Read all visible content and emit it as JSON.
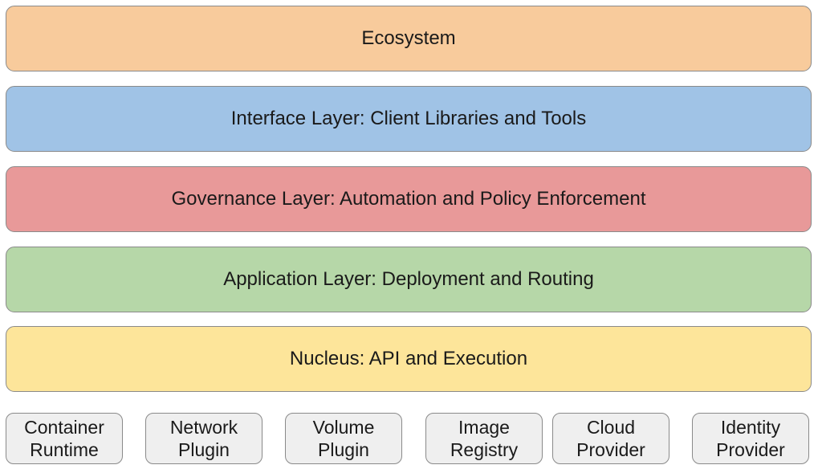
{
  "layers": [
    {
      "label": "Ecosystem",
      "color": "#f8cb9c"
    },
    {
      "label": "Interface Layer: Client Libraries and Tools",
      "color": "#a0c3e6"
    },
    {
      "label": "Governance Layer: Automation and Policy Enforcement",
      "color": "#e89999"
    },
    {
      "label": "Application Layer: Deployment and Routing",
      "color": "#b6d7a8"
    },
    {
      "label": "Nucleus: API and Execution",
      "color": "#fde59a"
    }
  ],
  "plugins": [
    {
      "line1": "Container",
      "line2": "Runtime"
    },
    {
      "line1": "Network",
      "line2": "Plugin"
    },
    {
      "line1": "Volume",
      "line2": "Plugin"
    },
    {
      "line1": "Image",
      "line2": "Registry"
    },
    {
      "line1": "Cloud",
      "line2": "Provider"
    },
    {
      "line1": "Identity",
      "line2": "Provider"
    }
  ]
}
